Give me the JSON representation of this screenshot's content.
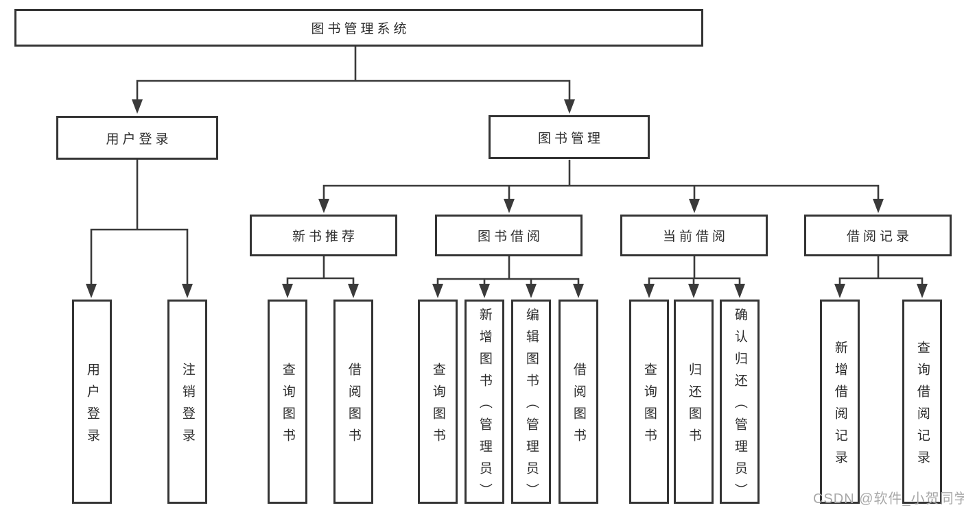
{
  "root": {
    "label": "图书管理系统"
  },
  "branches": {
    "login": {
      "label": "用户登录",
      "children": [
        "用户登录",
        "注销登录"
      ]
    },
    "management": {
      "label": "图书管理",
      "sections": [
        {
          "label": "新书推荐",
          "children": [
            "查询图书",
            "借阅图书"
          ]
        },
        {
          "label": "图书借阅",
          "children": [
            "查询图书",
            "新增图书（管理员）",
            "编辑图书（管理员）",
            "借阅图书"
          ]
        },
        {
          "label": "当前借阅",
          "children": [
            "查询图书",
            "归还图书",
            "确认归还（管理员）"
          ]
        },
        {
          "label": "借阅记录",
          "children": [
            "新增借阅记录",
            "查询借阅记录"
          ]
        }
      ]
    }
  },
  "watermark": "CSDN @软件_小贺同学",
  "colors": {
    "line": "#3a3a3a",
    "border": "#343434",
    "text": "#2d2d2d",
    "watermark": "#a8a8a8",
    "background": "#ffffff"
  }
}
